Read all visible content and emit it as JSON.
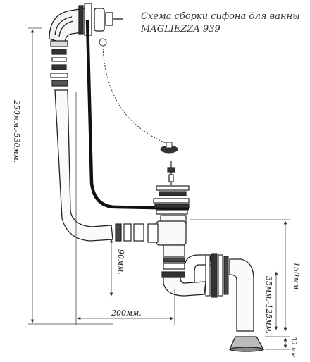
{
  "title": {
    "line1": "Схема сборки сифона для ванны",
    "line2": "MAGLIEZZA 939"
  },
  "dimensions": {
    "height_total": "250мм.-530мм.",
    "horizontal": "200мм.",
    "drop": "90мм.",
    "overall": "150мм.",
    "adjust": "35мм.-125мм.",
    "bottom": "33 мм."
  },
  "colors": {
    "line": "#222222",
    "cable": "#111111",
    "dim_line": "#444444"
  }
}
